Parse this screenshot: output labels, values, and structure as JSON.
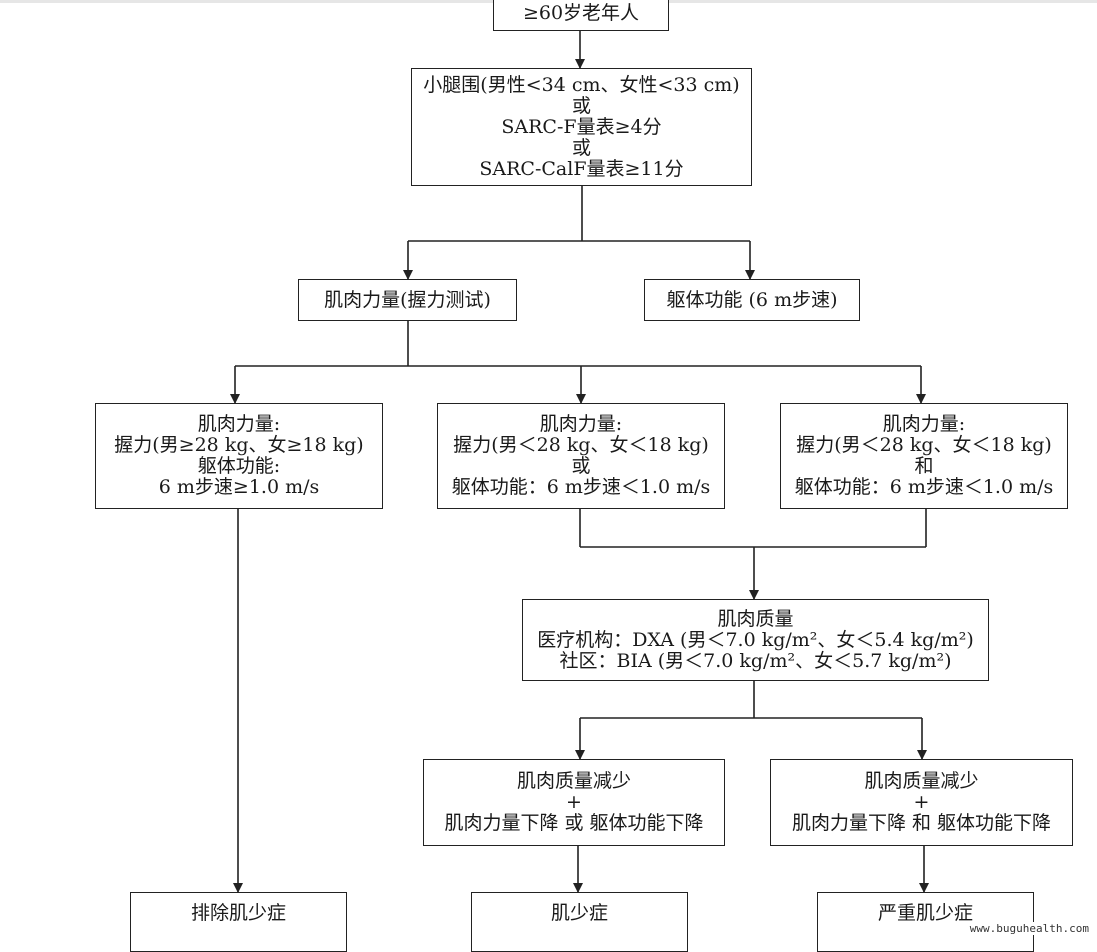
{
  "nodes": {
    "start": [
      "≥60岁老年人"
    ],
    "screening": [
      "小腿围(男性<34 cm、女性<33 cm)",
      "或",
      "SARC-F量表≥4分",
      "或",
      "SARC-CalF量表≥11分"
    ],
    "muscle_strength_test": [
      "肌肉力量(握力测试)"
    ],
    "physical_function_test": [
      "躯体功能 (6 m步速)"
    ],
    "normal_result": [
      "肌肉力量:",
      "握力(男≥28 kg、女≥18 kg)",
      "躯体功能:",
      "6 m步速≥1.0 m/s"
    ],
    "either_low": [
      "肌肉力量:",
      "握力(男＜28 kg、女＜18 kg)",
      "或",
      "躯体功能：6 m步速＜1.0 m/s"
    ],
    "both_low": [
      "肌肉力量:",
      "握力(男＜28 kg、女＜18 kg)",
      "和",
      "躯体功能：6 m步速＜1.0 m/s"
    ],
    "muscle_mass": [
      "肌肉质量",
      "医疗机构：DXA (男＜7.0 kg/m²、女＜5.4 kg/m²)",
      "社区：BIA (男＜7.0 kg/m²、女＜5.7 kg/m²)"
    ],
    "mass_low_either": [
      "肌肉质量减少",
      "+",
      "肌肉力量下降 或 躯体功能下降"
    ],
    "mass_low_both": [
      "肌肉质量减少",
      "+",
      "肌肉力量下降 和 躯体功能下降"
    ],
    "exclude": [
      "排除肌少症"
    ],
    "sarcopenia": [
      "肌少症"
    ],
    "severe_sarcopenia": [
      "严重肌少症"
    ]
  },
  "watermark": "www.buguhealth.com"
}
